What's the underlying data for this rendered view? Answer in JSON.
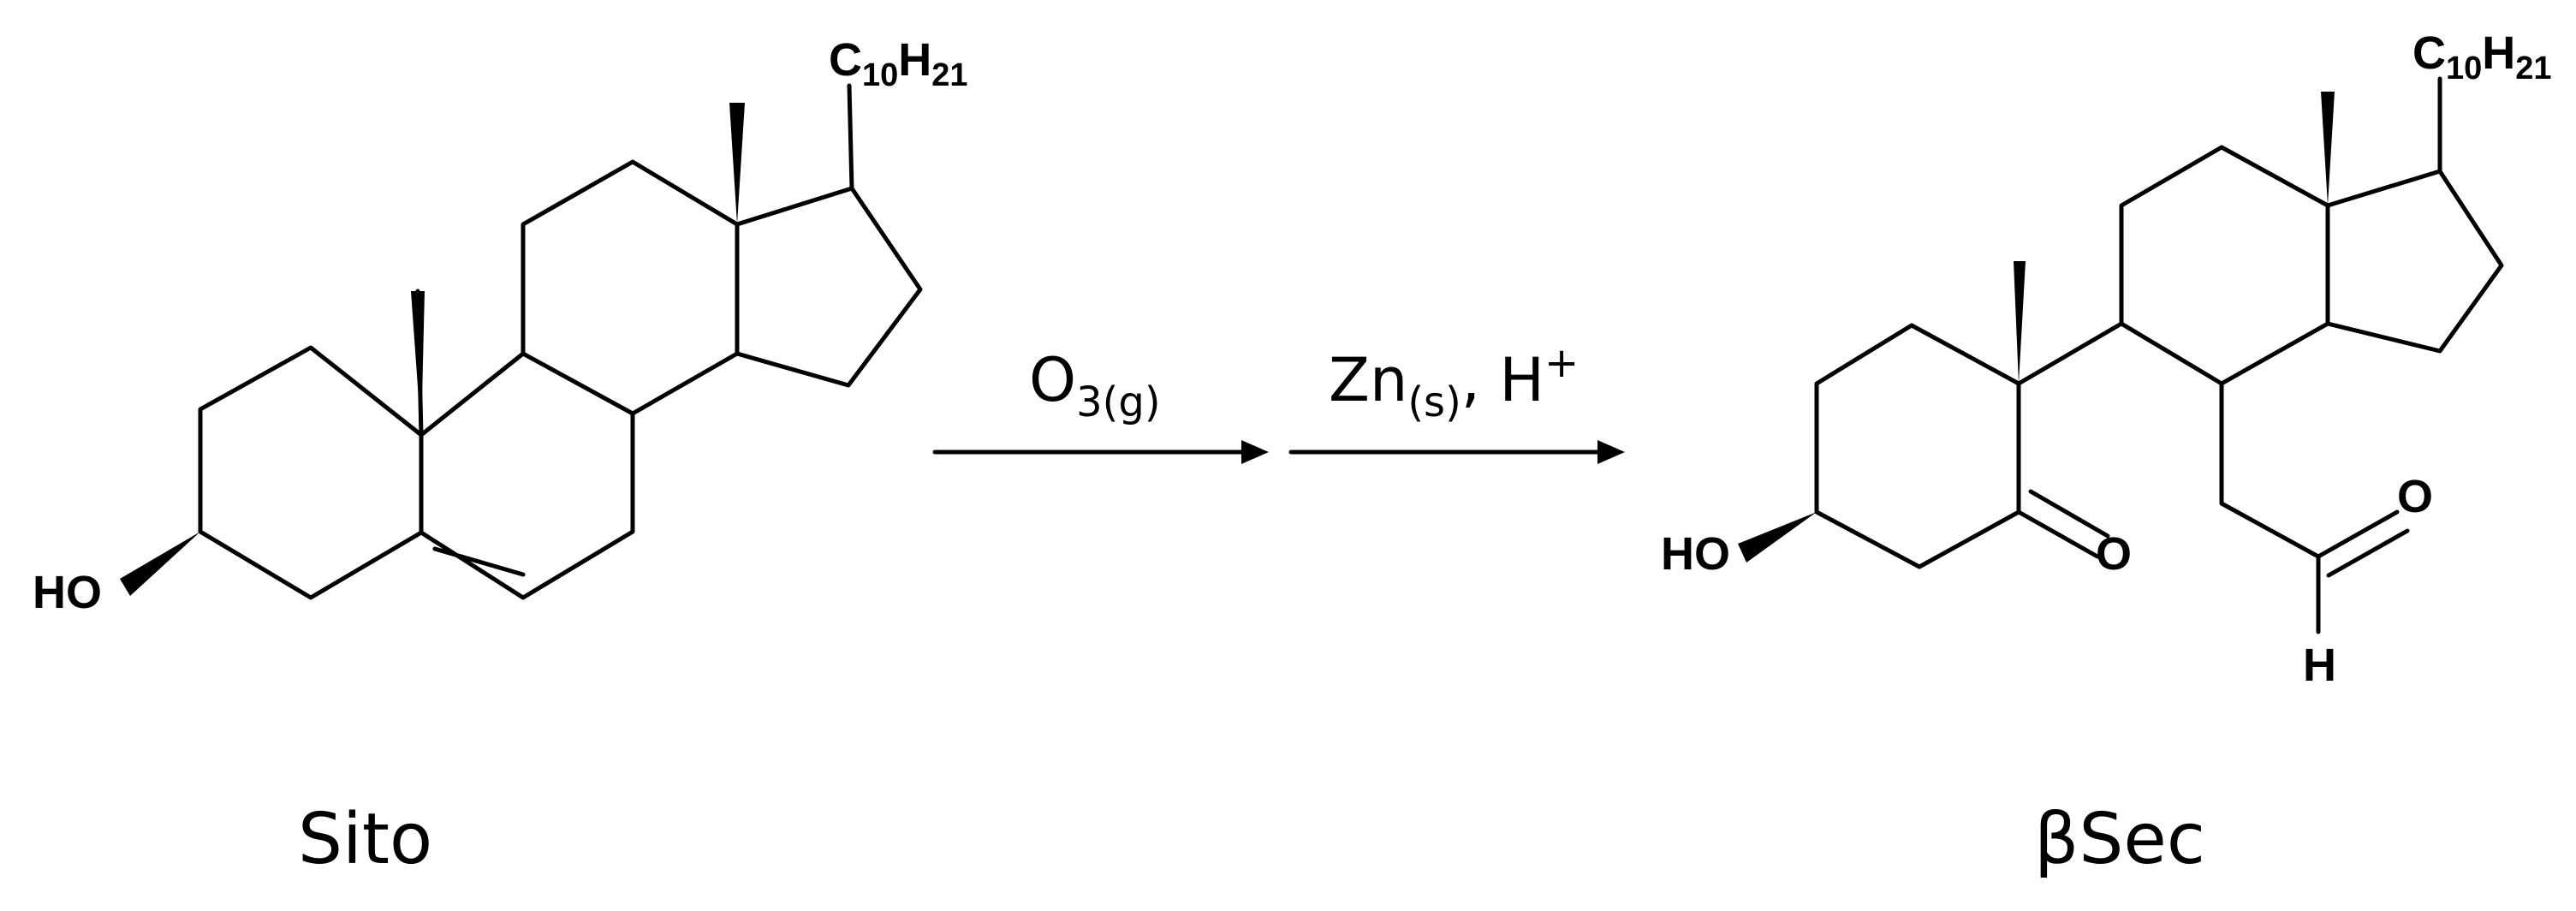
{
  "reactant": {
    "name": "Sito",
    "labels": {
      "hydroxyl": "HO",
      "chain_c": "C",
      "chain_c_count": "10",
      "chain_h": "H",
      "chain_h_count": "21"
    }
  },
  "step1": {
    "reagent": "O",
    "subscript": "3(g)"
  },
  "step2": {
    "reagent_a": "Zn",
    "subscript_a": "(s)",
    "separator": ", ",
    "reagent_b": "H",
    "superscript_b": "+"
  },
  "product": {
    "name": "βSec",
    "labels": {
      "hydroxyl": "HO",
      "ketone_o": "O",
      "aldehyde_o": "O",
      "aldehyde_h": "H",
      "chain_c": "C",
      "chain_c_count": "10",
      "chain_h": "H",
      "chain_h_count": "21"
    }
  }
}
